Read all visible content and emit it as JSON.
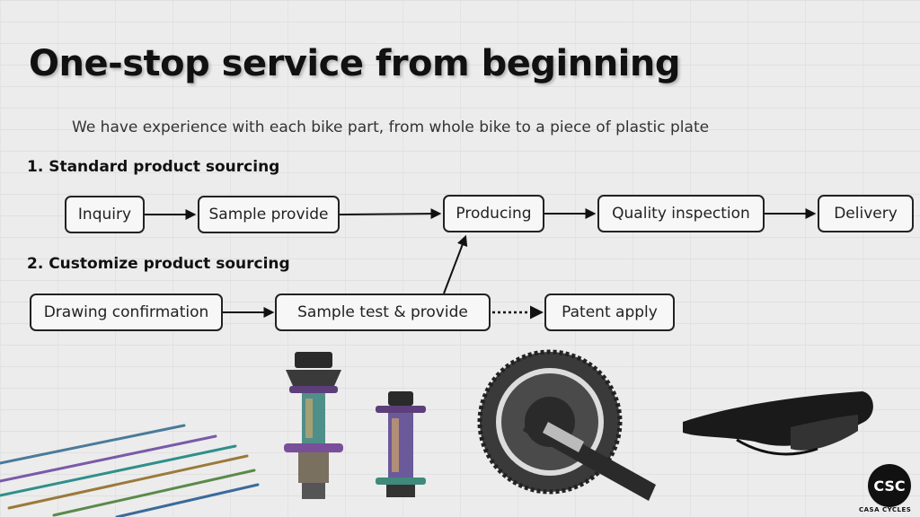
{
  "title": "One-stop service from beginning",
  "subtitle": "We have experience with each bike part,  from whole bike to a piece of plastic plate",
  "sections": {
    "standard": "1. Standard product sourcing",
    "customize": "2. Customize product sourcing"
  },
  "flow_standard": {
    "inquiry": "Inquiry",
    "sample_provide": "Sample provide",
    "producing": "Producing",
    "quality_inspection": "Quality inspection",
    "delivery": "Delivery"
  },
  "flow_custom": {
    "drawing_confirmation": "Drawing confirmation",
    "sample_test": "Sample test & provide",
    "patent_apply": "Patent apply"
  },
  "logo": {
    "mark": "CSC",
    "name": "CASA CYCLES"
  },
  "colors": {
    "accent": "#222222",
    "background": "#ececec"
  }
}
